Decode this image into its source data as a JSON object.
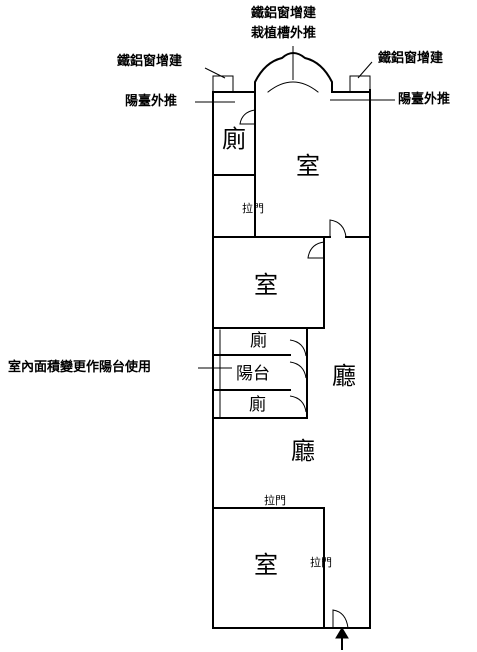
{
  "annotations": {
    "window_top_line1": "鐵鋁窗增建",
    "window_top_line2": "栽植槽外推",
    "window_left": "鐵鋁窗增建",
    "window_right": "鐵鋁窗增建",
    "balcony_left": "陽臺外推",
    "balcony_right": "陽臺外推",
    "interior_note": "室內面積變更作陽台使用"
  },
  "rooms": {
    "toilet_top": "廁",
    "room_top": "室",
    "sliding_top": "拉門",
    "room_mid": "室",
    "toilet_mid": "廁",
    "balcony_mid": "陽台",
    "toilet_low": "廁",
    "hall_right": "廳",
    "hall_center": "廳",
    "sliding_bottom_h": "拉門",
    "room_bottom": "室",
    "sliding_bottom_v": "拉門"
  }
}
